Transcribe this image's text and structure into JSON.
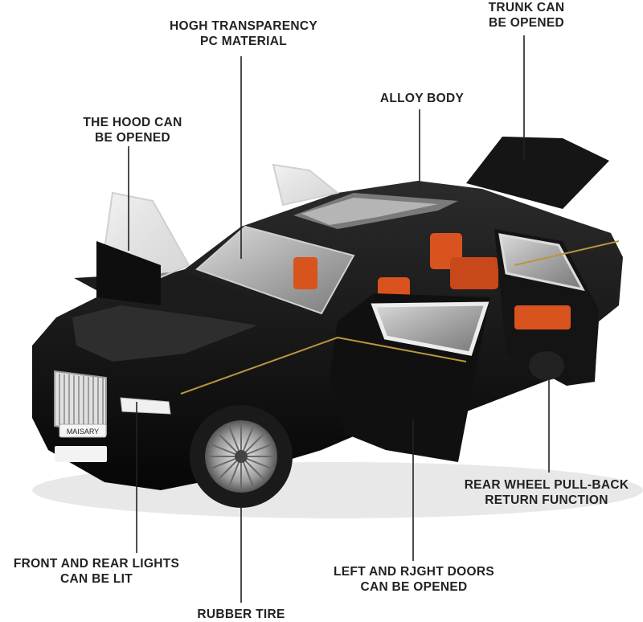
{
  "callouts": {
    "pc_material": {
      "line1": "HOGH TRANSPARENCY",
      "line2": "PC MATERIAL"
    },
    "trunk": {
      "line1": "TRUNK CAN",
      "line2": "BE OPENED"
    },
    "alloy": {
      "line1": "ALLOY BODY"
    },
    "hood": {
      "line1": "THE HOOD CAN",
      "line2": "BE OPENED"
    },
    "pullback": {
      "line1": "REAR WHEEL PULL-BACK",
      "line2": "RETURN FUNCTION"
    },
    "lights": {
      "line1": "FRONT AND REAR LIGHTS",
      "line2": "CAN BE LIT"
    },
    "doors": {
      "line1": "LEFT AND RJGHT DOORS",
      "line2": "CAN BE OPENED"
    },
    "tire": {
      "line1": "RUBBER TIRE"
    }
  },
  "car": {
    "plate_text": "MAISARY",
    "body_color": "#121212",
    "interior_color": "#d9531e",
    "pinstripe_color": "#b8963f"
  }
}
